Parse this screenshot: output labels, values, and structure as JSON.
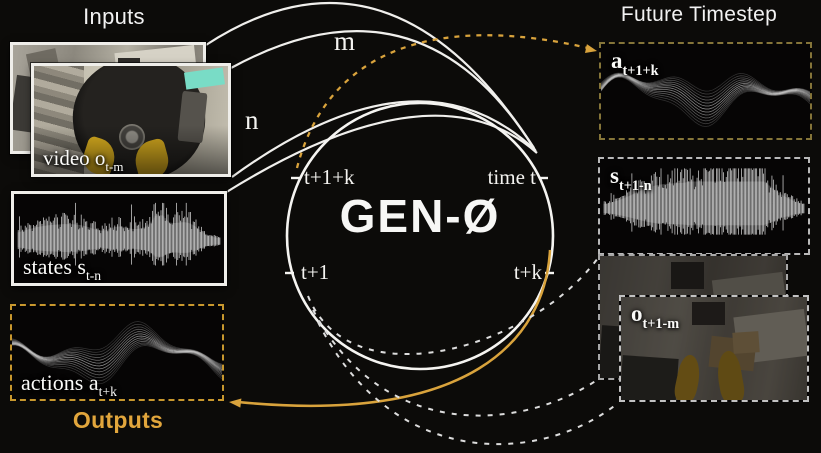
{
  "colors": {
    "background": "#0c0b09",
    "line_white": "#f0efec",
    "amber_arrow": "#d9a33c",
    "actions_border": "#c8982e",
    "future_actions_border": "#857539",
    "gray_dashed": "#b9b9b9",
    "outputs_text": "#e2a63c"
  },
  "left": {
    "title": "Inputs",
    "video_label": {
      "base": "video o",
      "sub": "t-m"
    },
    "states_label": {
      "base": "states s",
      "sub": "t-n"
    },
    "actions_label": {
      "base": "actions a",
      "sub": "t+k"
    },
    "outputs_title": "Outputs"
  },
  "center": {
    "model_name": "GEN-Ø",
    "tick_labels": {
      "top_left": "t+1+k",
      "top_right": "time t",
      "bottom_left": "t+1",
      "bottom_right": "t+k"
    },
    "arc_labels": {
      "video_span": "m",
      "states_span": "n"
    }
  },
  "right": {
    "title": "Future Timestep",
    "future_actions_label": {
      "base": "a",
      "sub": "t+1+k"
    },
    "future_states_label": {
      "base": "s",
      "sub": "t+1-n"
    },
    "future_observations_label": {
      "base": "o",
      "sub": "t+1-m"
    }
  }
}
